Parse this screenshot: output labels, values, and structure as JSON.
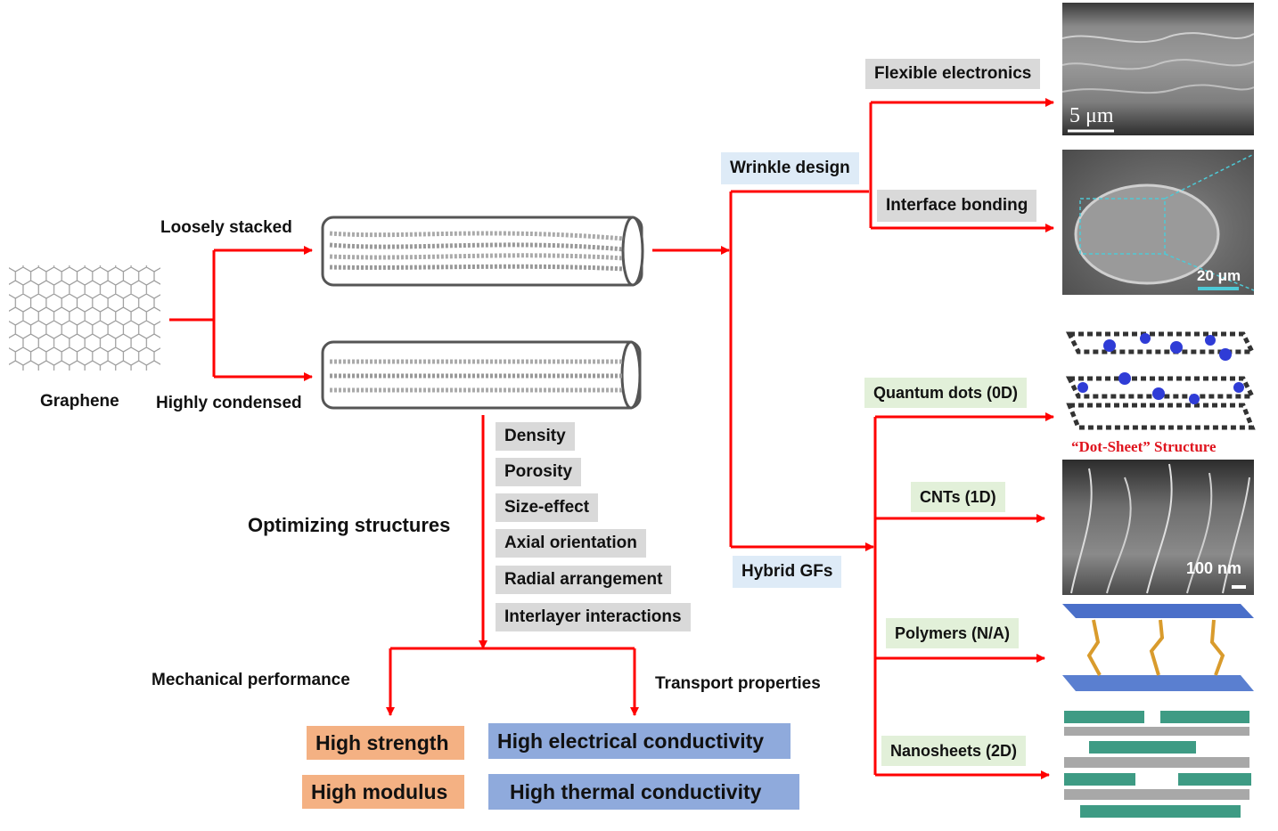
{
  "labels": {
    "graphene": "Graphene",
    "loosely_stacked": "Loosely stacked",
    "highly_condensed": "Highly condensed",
    "optimizing_structures": "Optimizing structures",
    "mechanical_performance": "Mechanical performance",
    "transport_properties": "Transport properties"
  },
  "structure_factors": [
    "Density",
    "Porosity",
    "Size-effect",
    "Axial orientation",
    "Radial arrangement",
    "Interlayer interactions"
  ],
  "outcomes": {
    "high_strength": "High strength",
    "high_modulus": "High modulus",
    "high_electrical_conductivity": "High electrical conductivity",
    "high_thermal_conductivity": "High thermal conductivity"
  },
  "branches": {
    "wrinkle_design": "Wrinkle design",
    "hybrid_gfs": "Hybrid GFs",
    "flexible_electronics": "Flexible electronics",
    "interface_bonding": "Interface bonding",
    "quantum_dots": "Quantum dots (0D)",
    "cnts": "CNTs (1D)",
    "polymers": "Polymers (N/A)",
    "nanosheets": "Nanosheets (2D)"
  },
  "image_captions": {
    "scale_5um": "5 μm",
    "scale_20um": "20 μm",
    "dot_sheet": "“Dot-Sheet” Structure",
    "scale_100nm": "100 nm"
  },
  "colors": {
    "arrow": "#ff0000",
    "gray_box": "#d9d9d9",
    "light_blue_box": "#deebf7",
    "light_green_box": "#e2f0d9",
    "orange_box": "#f4b183",
    "blue_box": "#8faadc"
  }
}
